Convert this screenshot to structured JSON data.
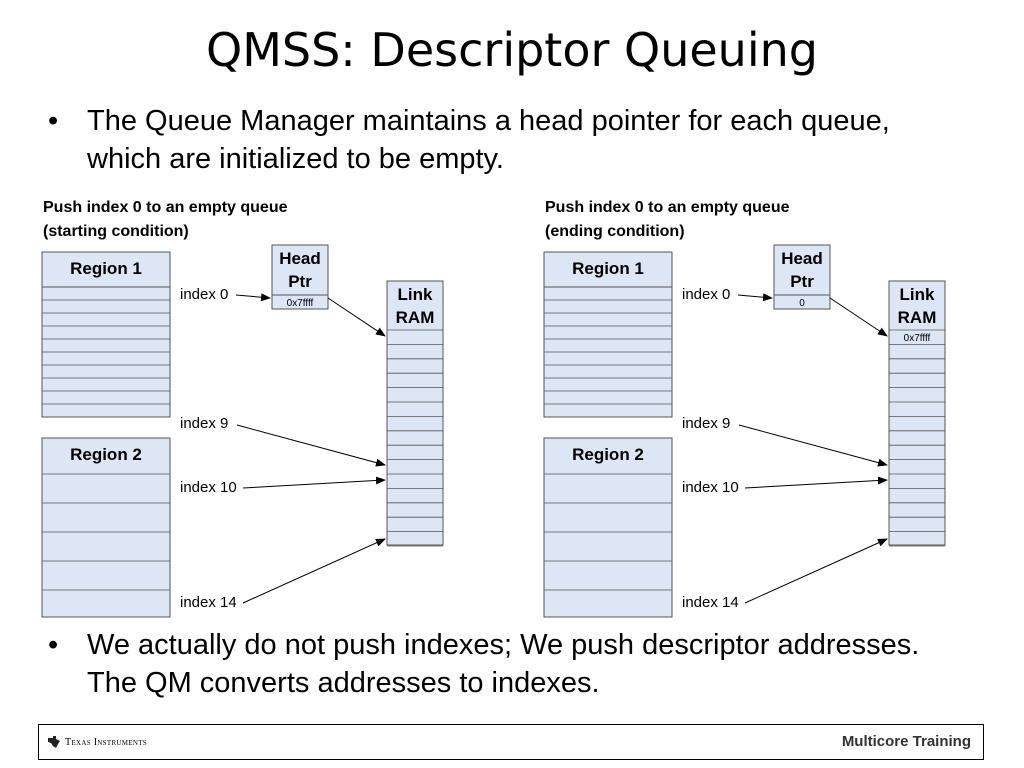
{
  "title": "QMSS: Descriptor Queuing",
  "bullets": [
    "The Queue Manager maintains a head pointer for each queue, which are initialized to be empty.",
    "We actually do not push indexes; We push descriptor addresses. The QM converts addresses to indexes."
  ],
  "bullet_glyph": "•",
  "diagrams": [
    {
      "caption_line1": "Push index 0 to an empty queue",
      "caption_line2": "(starting condition)",
      "region1": "Region 1",
      "region2": "Region 2",
      "head_ptr_line1": "Head",
      "head_ptr_line2": "Ptr",
      "head_ptr_value": "0x7ffff",
      "link_ram_line1": "Link",
      "link_ram_line2": "RAM",
      "link_ram_first_value": "",
      "index_labels": [
        "index 0",
        "index 9",
        "index 10",
        "index 14"
      ]
    },
    {
      "caption_line1": "Push index 0 to an empty queue",
      "caption_line2": "(ending condition)",
      "region1": "Region 1",
      "region2": "Region 2",
      "head_ptr_line1": "Head",
      "head_ptr_line2": "Ptr",
      "head_ptr_value": "0",
      "link_ram_line1": "Link",
      "link_ram_line2": "RAM",
      "link_ram_first_value": "0x7ffff",
      "index_labels": [
        "index 0",
        "index 9",
        "index 10",
        "index 14"
      ]
    }
  ],
  "footer": {
    "logo_text": "Texas Instruments",
    "right_text": "Multicore Training"
  },
  "colors": {
    "box_fill": "#dde6f5",
    "box_stroke": "#555555",
    "arrow": "#000000"
  }
}
